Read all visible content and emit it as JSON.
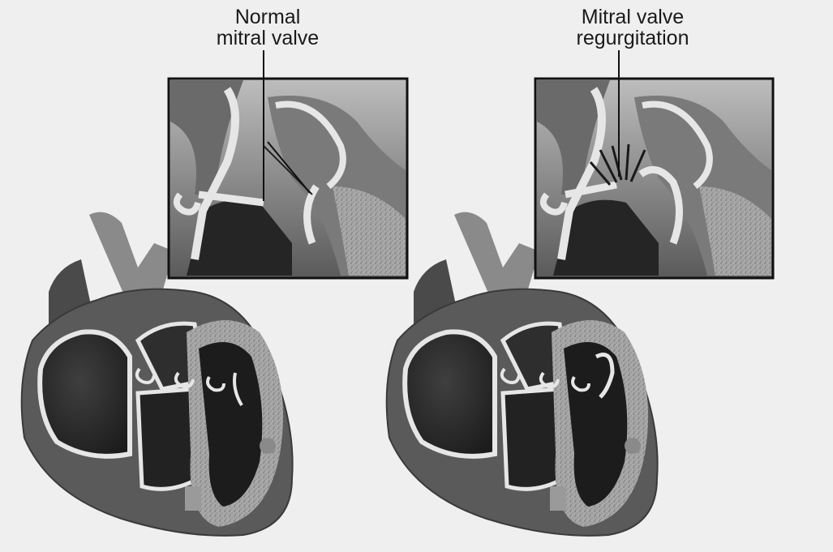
{
  "labels": {
    "normal": {
      "line1": "Normal",
      "line2": "mitral valve"
    },
    "regurgitation": {
      "line1": "Mitral valve",
      "line2": "regurgitation"
    }
  },
  "colors": {
    "background": "#efefef",
    "tissue_dark": "#2b2b2b",
    "tissue_mid": "#6e6e6e",
    "valve_light": "#e6e6e6",
    "muscle_speckle": "#9a9a9a"
  }
}
